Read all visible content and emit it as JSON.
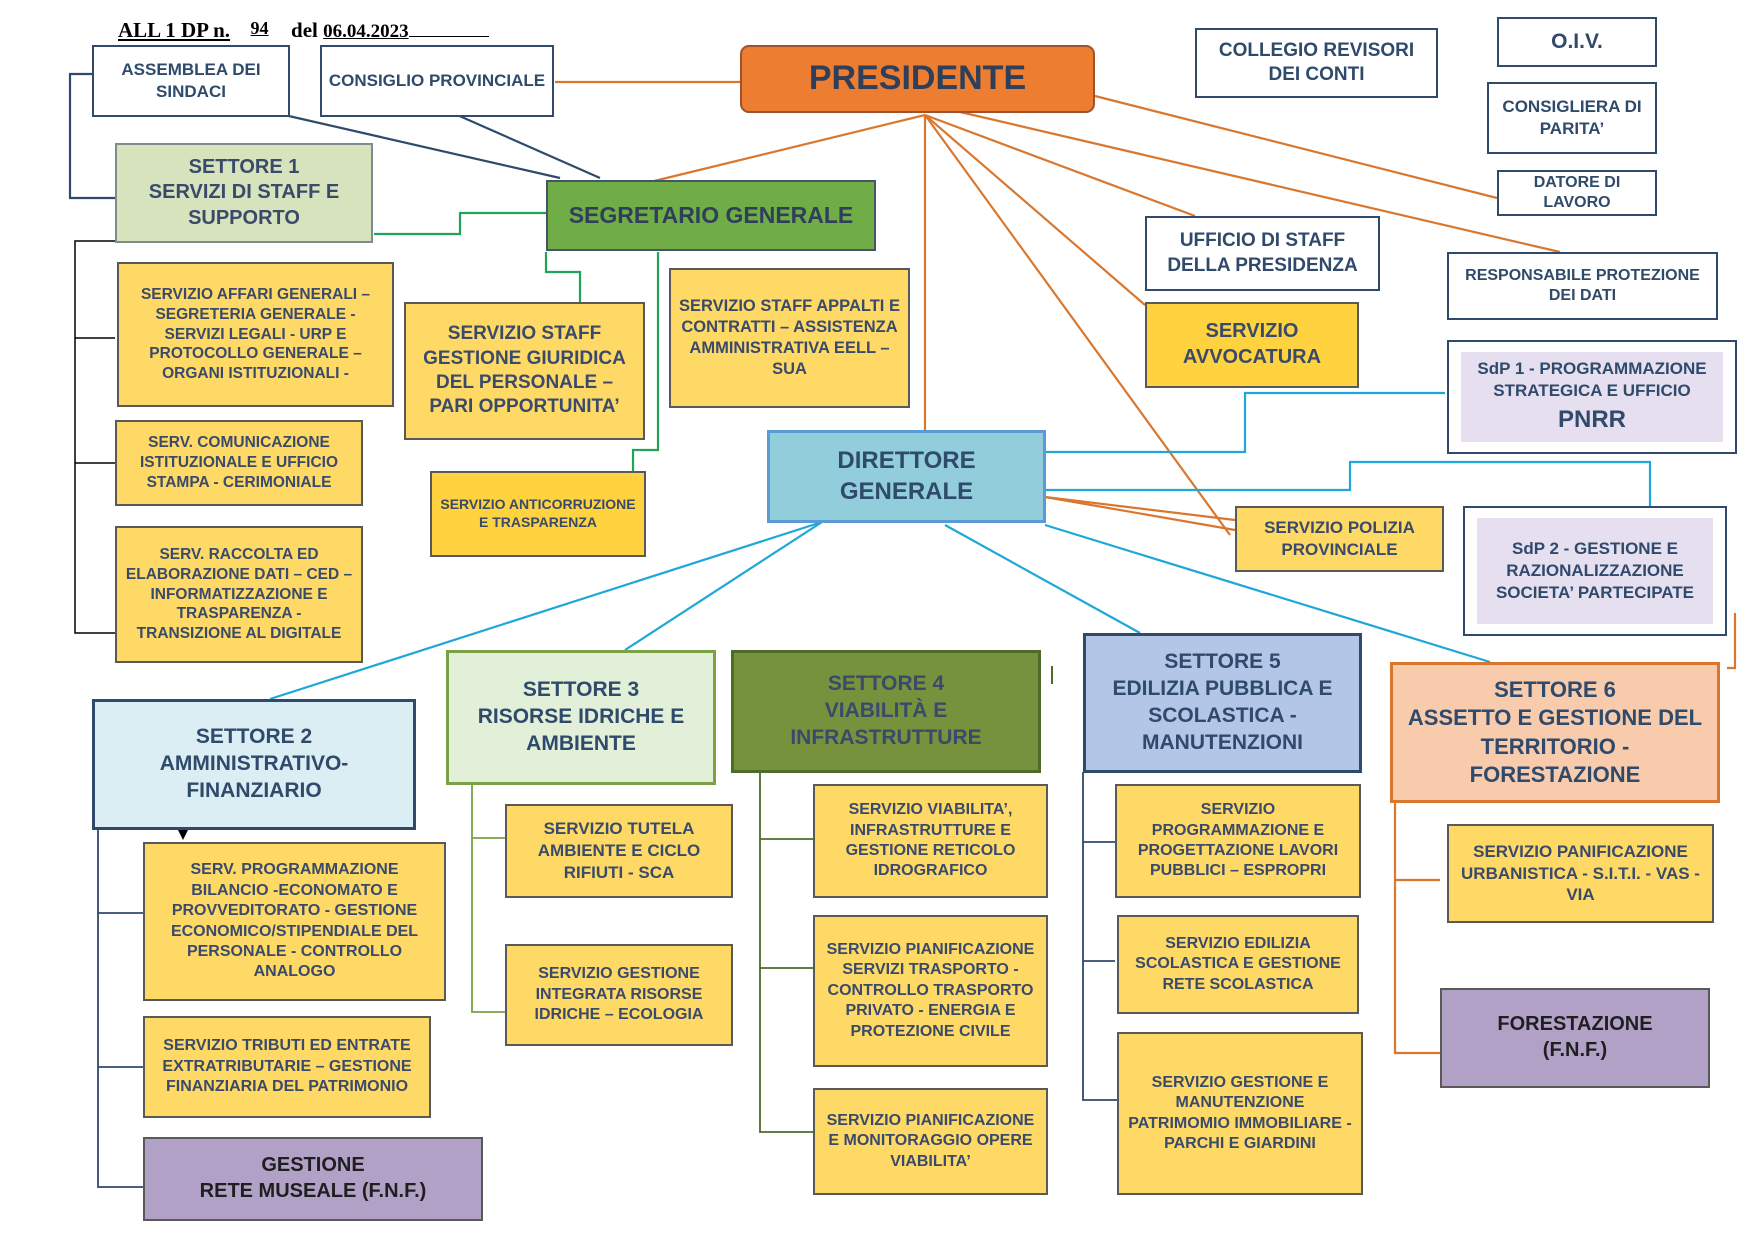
{
  "header": {
    "prefix": "ALL 1 DP n.",
    "number": "94",
    "del": "del",
    "date": "06.04.2023"
  },
  "top_boxes": {
    "assemblea": "ASSEMBLEA DEI SINDACI",
    "consiglio": "CONSIGLIO PROVINCIALE",
    "presidente": "PRESIDENTE",
    "collegio": "COLLEGIO REVISORI DEI CONTI",
    "oiv": "O.I.V.",
    "consigliera": "CONSIGLIERA DI PARITA’",
    "datore": "DATORE DI LAVORO",
    "responsabile": "RESPONSABILE PROTEZIONE DEI DATI"
  },
  "settore1": {
    "title": "SETTORE 1\nSERVIZI DI STAFF E SUPPORTO",
    "services": [
      "SERVIZIO AFFARI GENERALI – SEGRETERIA GENERALE - SERVIZI LEGALI - URP E PROTOCOLLO GENERALE – ORGANI ISTITUZIONALI -",
      "SERV. COMUNICAZIONE ISTITUZIONALE E UFFICIO STAMPA  - CERIMONIALE",
      "SERV. RACCOLTA ED ELABORAZIONE DATI – CED – INFORMATIZZAZIONE E TRASPARENZA - TRANSIZIONE AL DIGITALE"
    ]
  },
  "segretario": "SEGRETARIO GENERALE",
  "staff_personale": "SERVIZIO STAFF GESTIONE GIURIDICA DEL PERSONALE – PARI OPPORTUNITA’",
  "staff_appalti": "SERVIZIO STAFF APPALTI E CONTRATTI – ASSISTENZA AMMINISTRATIVA EELL – SUA",
  "anticorruzione": "SERVIZIO ANTICORRUZIONE E TRASPARENZA",
  "ufficio_staff": "UFFICIO DI STAFF DELLA PRESIDENZA",
  "avvocatura": "SERVIZIO AVVOCATURA",
  "direttore": "DIRETTORE GENERALE",
  "polizia": "SERVIZIO POLIZIA PROVINCIALE",
  "sdp1": {
    "line1": "SdP 1 - PROGRAMMAZIONE STRATEGICA E UFFICIO",
    "line2": "PNRR"
  },
  "sdp2": "SdP 2 - GESTIONE E RAZIONALIZZAZIONE SOCIETA’ PARTECIPATE",
  "settore2": {
    "title": "SETTORE 2\nAMMINISTRATIVO-FINANZIARIO",
    "services": [
      "SERV. PROGRAMMAZIONE BILANCIO -ECONOMATO E PROVVEDITORATO - GESTIONE ECONOMICO/STIPENDIALE DEL PERSONALE - CONTROLLO ANALOGO",
      "SERVIZIO TRIBUTI ED ENTRATE EXTRATRIBUTARIE – GESTIONE FINANZIARIA DEL PATRIMONIO",
      "GESTIONE\nRETE MUSEALE (F.N.F.)"
    ]
  },
  "settore3": {
    "title": "SETTORE 3\nRISORSE IDRICHE E AMBIENTE",
    "services": [
      "SERVIZIO TUTELA AMBIENTE E CICLO RIFIUTI - SCA",
      "SERVIZIO GESTIONE INTEGRATA RISORSE IDRICHE – ECOLOGIA"
    ]
  },
  "settore4": {
    "title": "SETTORE 4\nVIABILITÀ E INFRASTRUTTURE",
    "services": [
      "SERVIZIO VIABILITA’, INFRASTRUTTURE E GESTIONE RETICOLO IDROGRAFICO",
      "SERVIZIO PIANIFICAZIONE SERVIZI TRASPORTO - CONTROLLO TRASPORTO PRIVATO  - ENERGIA E PROTEZIONE CIVILE",
      "SERVIZIO PIANIFICAZIONE E MONITORAGGIO OPERE VIABILITA’"
    ]
  },
  "settore5": {
    "title": "SETTORE 5\nEDILIZIA PUBBLICA E SCOLASTICA - MANUTENZIONI",
    "services": [
      "SERVIZIO PROGRAMMAZIONE E PROGETTAZIONE  LAVORI PUBBLICI – ESPROPRI",
      "SERVIZIO EDILIZIA SCOLASTICA E GESTIONE RETE SCOLASTICA",
      "SERVIZIO GESTIONE E MANUTENZIONE PATRIMOMIO IMMOBILIARE  - PARCHI E GIARDINI"
    ]
  },
  "settore6": {
    "title": "SETTORE 6\nASSETTO E GESTIONE DEL TERRITORIO - FORESTAZIONE",
    "services": [
      "SERVIZIO PANIFICAZIONE URBANISTICA - S.I.T.I.  - VAS - VIA",
      "FORESTAZIONE\n(F.N.F.)"
    ]
  },
  "colors": {
    "presidente": "#ed7d31",
    "segretario": "#70ad47",
    "direttore": "#92cddc",
    "settore1": "#d6e3bc",
    "settore2": "#dbeef3",
    "settore3": "#e2efd9",
    "settore4": "#76923c",
    "settore5": "#b4c6e7",
    "settore6": "#f8cbad",
    "service": "#ffd966",
    "purple": "#b2a1c7"
  }
}
